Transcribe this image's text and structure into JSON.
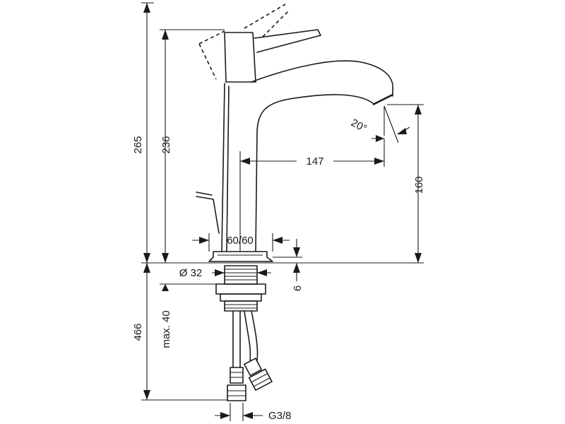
{
  "dimensions": {
    "total_height": "265",
    "lever_height": "236",
    "spout_height": "160",
    "spout_reach": "147",
    "spout_angle": "20°",
    "base_diameter": "60/60",
    "hole_diameter": "Ø 32",
    "base_thickness": "6",
    "hose_length": "466",
    "counter_top_max": "max. 40",
    "connection_thread": "G3/8"
  }
}
